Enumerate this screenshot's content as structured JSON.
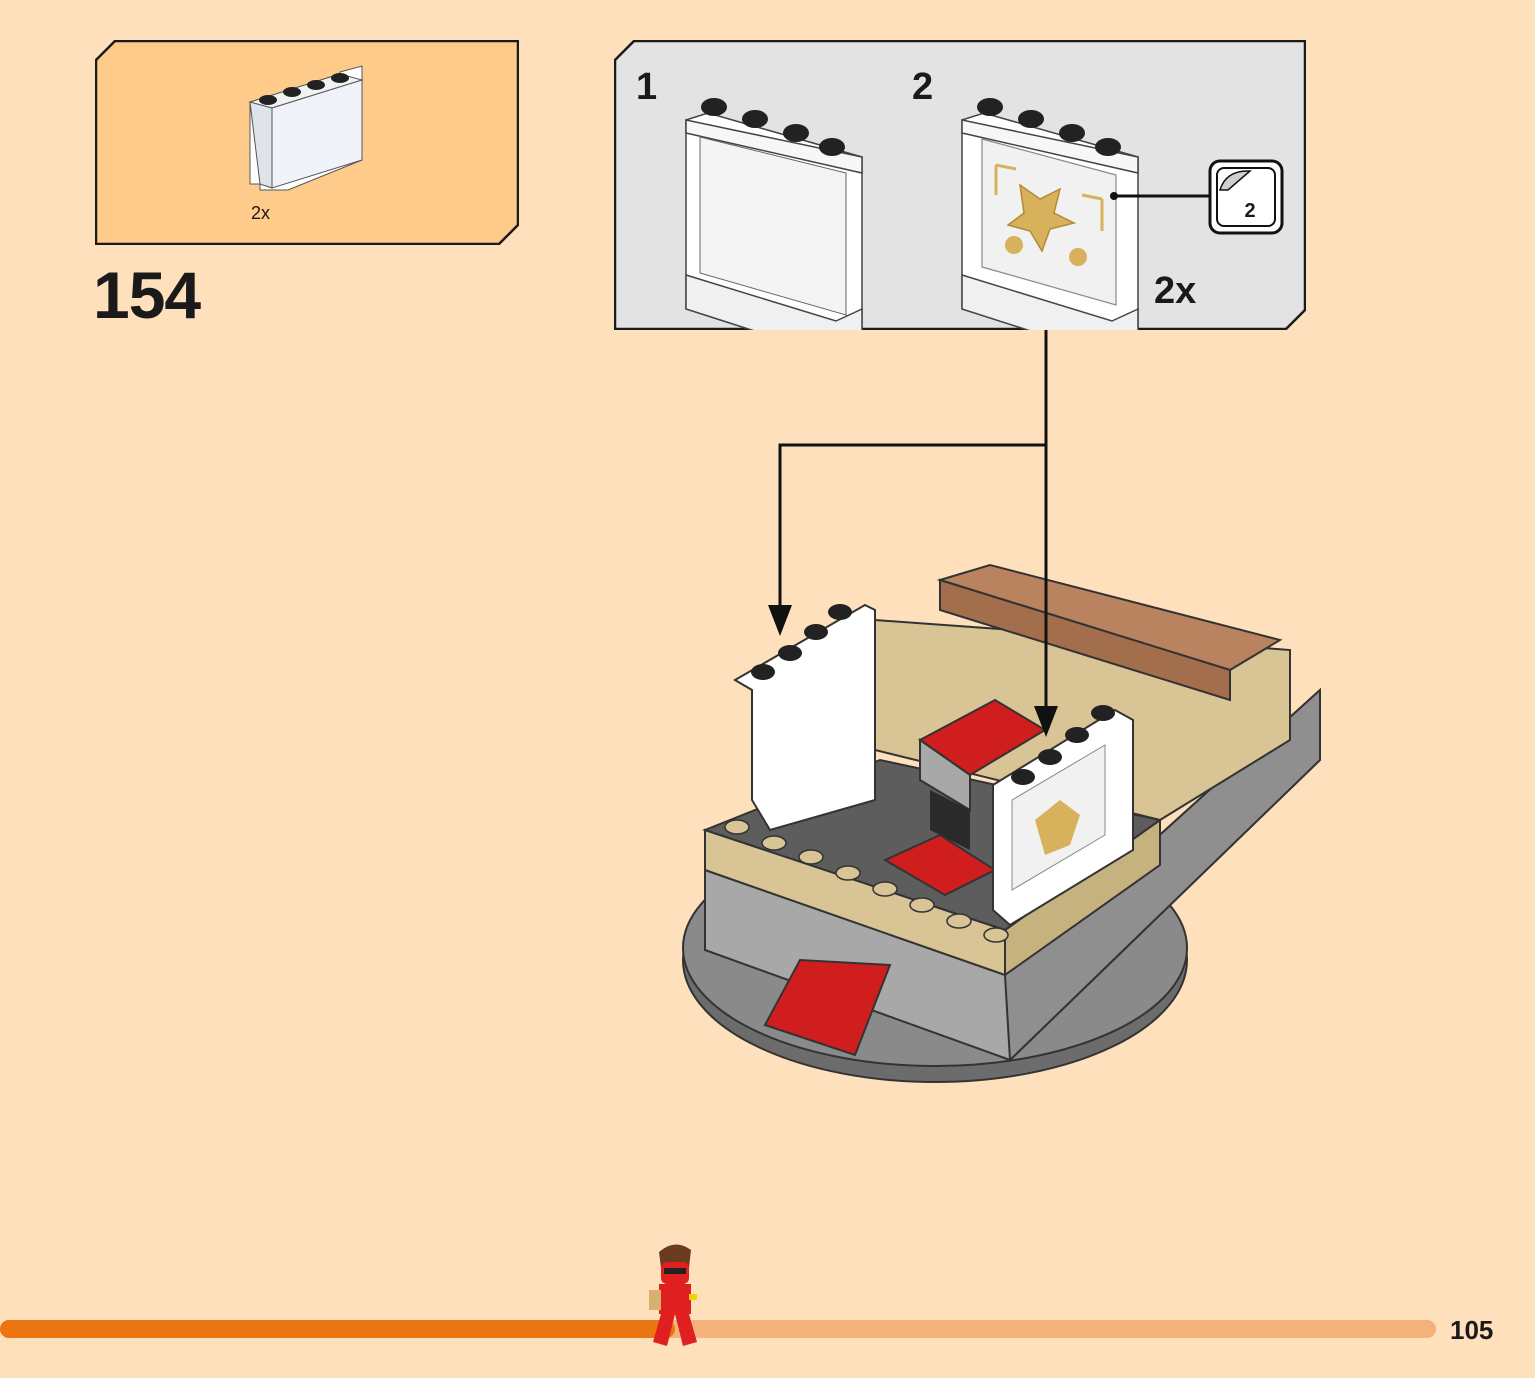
{
  "step": {
    "number": "154",
    "parts_list": [
      {
        "part": "white-panel-1x4x3-icon",
        "quantity": "2x"
      }
    ]
  },
  "substep_panel": {
    "substeps": [
      {
        "number": "1",
        "part": "white-panel-1x4x3-icon"
      },
      {
        "number": "2",
        "part": "decorated-panel-1x4x3-icon",
        "quantity": "2x",
        "sticker": "2"
      }
    ]
  },
  "page": {
    "number": "105",
    "progress": 0.47
  },
  "colors": {
    "background": "#fee0bc",
    "parts_box": "#fecb8a",
    "substep_box": "#e3e3e3",
    "progress_fill": "#ea7511",
    "progress_track": "#f4b27a"
  }
}
